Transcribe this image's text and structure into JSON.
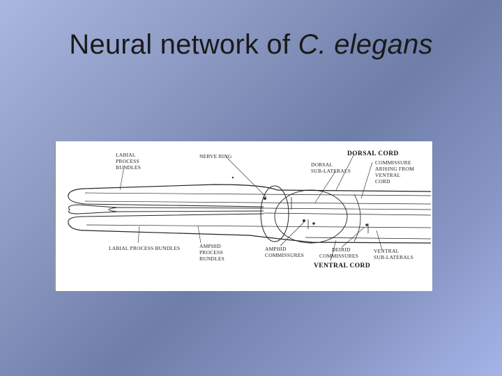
{
  "slide": {
    "title_plain": "Neural network of ",
    "title_italic": "C. elegans"
  },
  "figure": {
    "labels": {
      "labial_process_bundles_top": [
        "LABIAL",
        "PROCESS",
        "BUNDLES"
      ],
      "nerve_ring": "NERVE RING",
      "dorsal_cord": "DORSAL CORD",
      "dorsal_sublaterals": [
        "DORSAL",
        "SUB-LATERALS"
      ],
      "commissure_arising": [
        "COMMISSURE",
        "ARISING FROM",
        "VENTRAL",
        "CORD"
      ],
      "labial_process_bundles_bottom": "LABIAL PROCESS BUNDLES",
      "amphid_process_bundles": [
        "AMPHID",
        "PROCESS",
        "BUNDLES"
      ],
      "amphid_commissures": [
        "AMPHID",
        "COMMISSURES"
      ],
      "deirid_commissures": [
        "DEIRID",
        "COMMISSURES"
      ],
      "ventral_cord": "VENTRAL CORD",
      "ventral_sublaterals": [
        "VENTRAL",
        "SUB-LATERALS"
      ]
    }
  }
}
